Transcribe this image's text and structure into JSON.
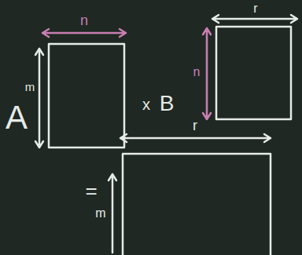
{
  "diagram": {
    "labels": [
      "n",
      "r",
      "m",
      "A",
      "x",
      "B",
      "n",
      "=",
      "r",
      "m"
    ]
  }
}
